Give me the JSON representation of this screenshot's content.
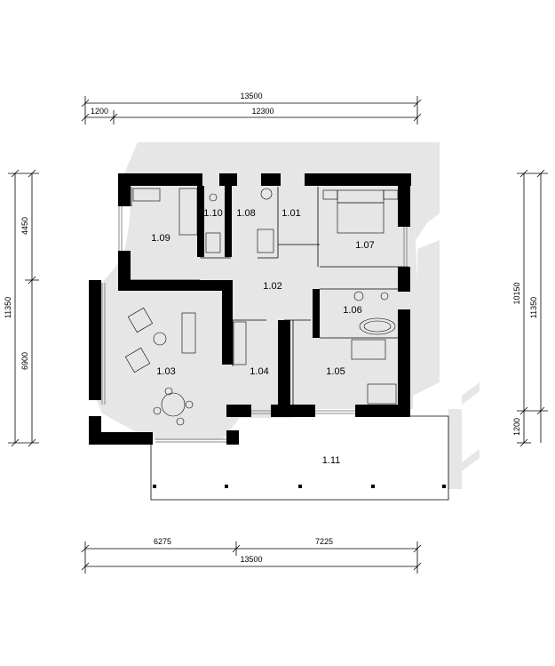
{
  "dimensions": {
    "top_total": "13500",
    "top_left": "1200",
    "top_right": "12300",
    "bottom_left": "6275",
    "bottom_right": "7225",
    "bottom_total": "13500",
    "left_upper": "4450",
    "left_lower": "6900",
    "left_total": "11350",
    "right_upper": "10150",
    "right_total": "11350",
    "right_lower": "1200"
  },
  "rooms": {
    "r101": "1.01",
    "r102": "1.02",
    "r103": "1.03",
    "r104": "1.04",
    "r105": "1.05",
    "r106": "1.06",
    "r107": "1.07",
    "r108": "1.08",
    "r109": "1.09",
    "r110": "1.10",
    "r111": "1.11"
  }
}
